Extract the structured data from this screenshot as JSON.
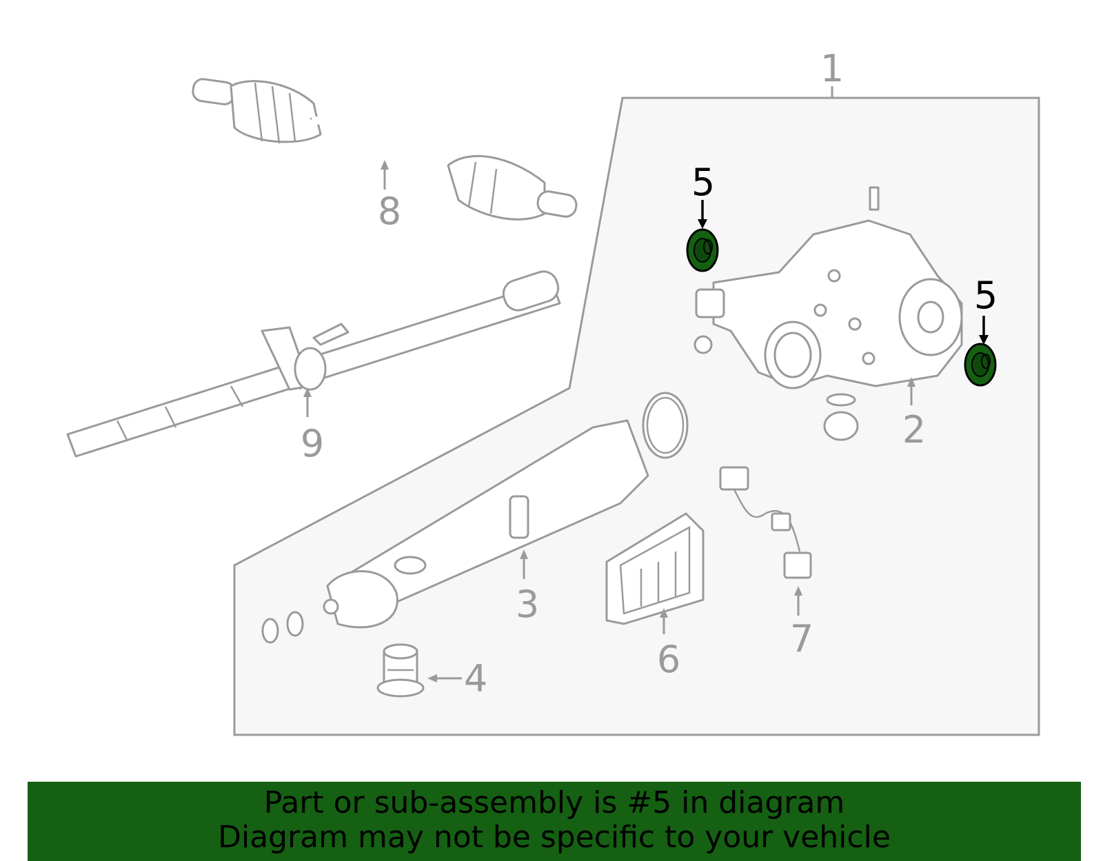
{
  "diagram": {
    "callouts": {
      "c1": "1",
      "c2": "2",
      "c3": "3",
      "c4": "4",
      "c5a": "5",
      "c5b": "5",
      "c6": "6",
      "c7": "7",
      "c8": "8",
      "c9": "9"
    },
    "highlighted_part": "5",
    "colors": {
      "highlight": "#156012",
      "line": "#9a9a9a",
      "panel": "#f7f7f7",
      "banner": "#156012"
    }
  },
  "banner": {
    "line1": "Part or sub-assembly is #5 in diagram",
    "line2": "Diagram may not be specific to your vehicle"
  }
}
